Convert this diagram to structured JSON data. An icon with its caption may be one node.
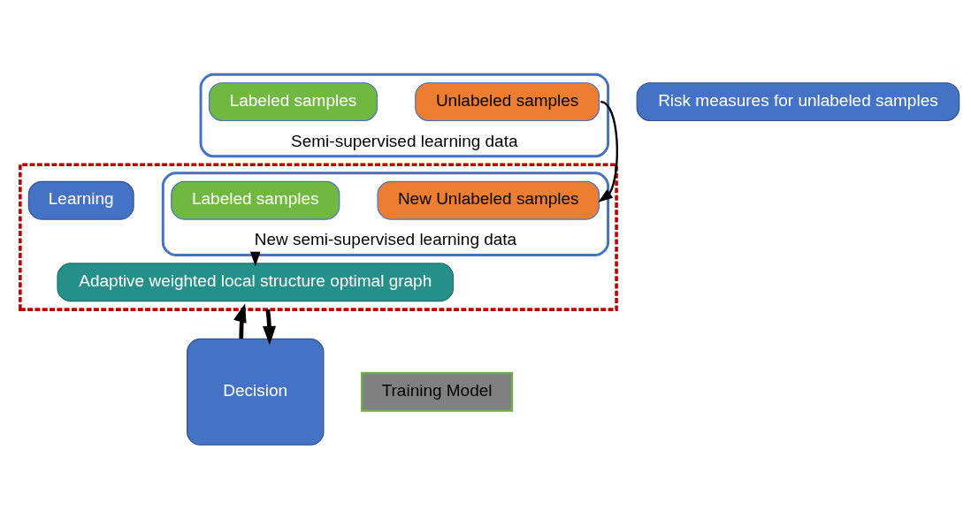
{
  "diagram": {
    "nodes": [
      {
        "text": [
          "Semi-supervised learning data"
        ]
      },
      {
        "text": [
          "Unlabeled samples"
        ],
        "in": 0
      },
      {
        "text": [
          "Labeled samples"
        ],
        "in": 0
      },
      {
        "text": [
          "Risk measures for unlabeled samples"
        ]
      },
      {
        "text": [],
        "shape": "box"
      },
      {
        "text": [
          "New semi-supervised learning data"
        ],
        "in": 4
      },
      {
        "text": [
          "New Unlabeled samples"
        ],
        "in": 5
      },
      {
        "text": [
          "Labeled samples"
        ],
        "in": 5
      },
      {
        "text": [
          "Learning"
        ],
        "in": 4
      },
      {
        "text": [
          "Adaptive weighted local structure optimal graph"
        ],
        "in": 4
      },
      {
        "text": [
          "Training Model"
        ]
      },
      {
        "text": [
          "Decision"
        ]
      }
    ],
    "edges": [
      {
        "from": 1,
        "to": 6,
        "arrow": "to"
      },
      {
        "from": 5,
        "to": 9,
        "arrow": "to"
      },
      {
        "from": 11,
        "to": 4,
        "arrow": "to",
        "style": "thick"
      },
      {
        "from": 4,
        "to": 11,
        "arrow": "to",
        "style": "thick"
      }
    ]
  }
}
